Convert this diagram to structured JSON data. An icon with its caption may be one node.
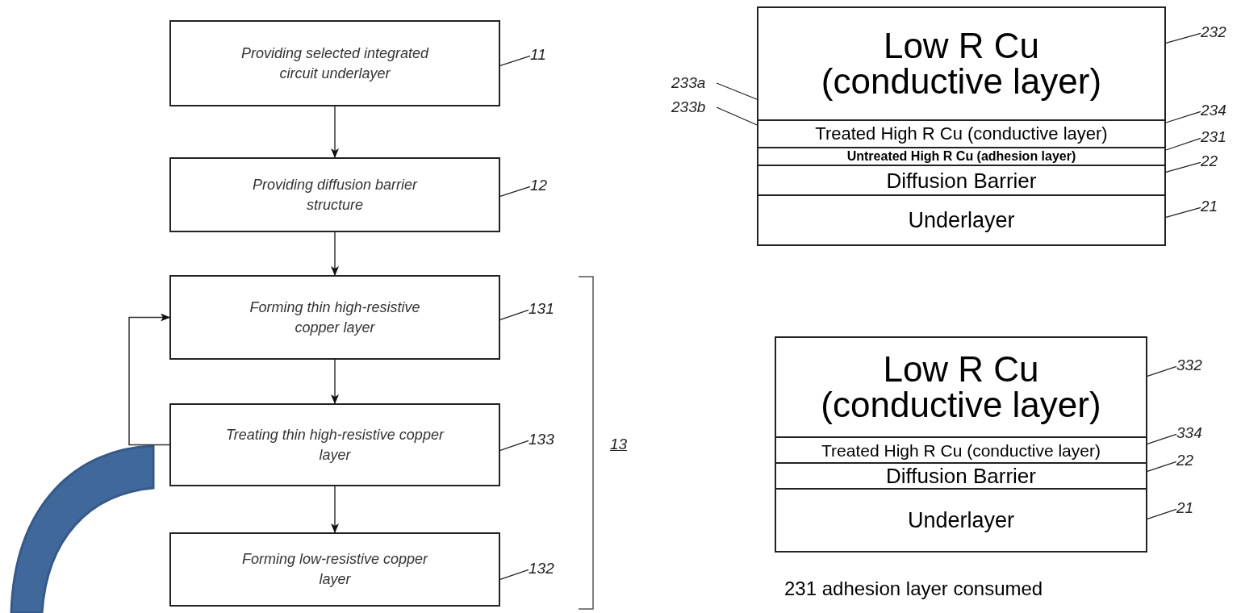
{
  "diagram": {
    "nodes": [
      {
        "text": [
          "Providing selected integrated circuit underlayer"
        ]
      },
      {
        "text": [
          "Providing diffusion barrier structure"
        ]
      },
      {
        "text": [
          "Forming thin high-resistive copper layer"
        ]
      },
      {
        "text": [
          "Treating thin high-resistive copper layer"
        ]
      },
      {
        "text": [
          "Forming low-resistive copper layer"
        ]
      },
      {
        "text": [
          "11"
        ]
      },
      {
        "text": [
          "12"
        ]
      },
      {
        "text": [
          "131"
        ]
      },
      {
        "text": [
          "133"
        ]
      },
      {
        "text": [
          "132"
        ]
      },
      {
        "text": [
          "Low R Cu (conductive layer)"
        ]
      },
      {
        "text": [
          "Treated High R Cu (conductive layer)"
        ]
      },
      {
        "text": [
          "Untreated High R Cu (adhesion layer)"
        ]
      },
      {
        "text": [
          "Diffusion Barrier"
        ]
      },
      {
        "text": [
          "Underlayer"
        ]
      },
      {
        "text": [
          "232"
        ]
      },
      {
        "text": [
          "233a"
        ]
      },
      {
        "text": [
          "233b"
        ]
      },
      {
        "text": [
          "234"
        ]
      },
      {
        "text": [
          "231"
        ]
      },
      {
        "text": [
          "22"
        ]
      },
      {
        "text": [
          "21"
        ]
      },
      {
        "text": [
          "Low R Cu (conductive layer)"
        ]
      },
      {
        "text": [
          "Treated High R Cu (conductive layer)"
        ]
      },
      {
        "text": [
          "Diffusion Barrier"
        ]
      },
      {
        "text": [
          "Underlayer"
        ]
      },
      {
        "text": [
          "332"
        ]
      },
      {
        "text": [
          "334"
        ]
      },
      {
        "text": [
          "22"
        ]
      },
      {
        "text": [
          "21"
        ]
      }
    ],
    "edges": [
      {
        "from": 0,
        "to": 1,
        "arrow": "to"
      },
      {
        "from": 1,
        "to": 2,
        "arrow": "to"
      },
      {
        "from": 2,
        "to": 3,
        "arrow": "to"
      },
      {
        "from": 3,
        "to": 4,
        "arrow": "to"
      },
      {
        "from": 3,
        "to": 2,
        "arrow": "to"
      },
      {
        "from": 5,
        "to": 0,
        "arrow": "none"
      },
      {
        "from": 6,
        "to": 1,
        "arrow": "none"
      },
      {
        "from": 7,
        "to": 2,
        "arrow": "none"
      },
      {
        "from": 8,
        "to": 3,
        "arrow": "none"
      },
      {
        "from": 9,
        "to": 4,
        "arrow": "none"
      },
      {
        "from": 15,
        "to": 10,
        "arrow": "none"
      },
      {
        "from": 16,
        "to": 11,
        "arrow": "none"
      },
      {
        "from": 17,
        "to": 12,
        "arrow": "none"
      },
      {
        "from": 18,
        "to": 11,
        "arrow": "none"
      },
      {
        "from": 19,
        "to": 12,
        "arrow": "none"
      },
      {
        "from": 20,
        "to": 13,
        "arrow": "none"
      },
      {
        "from": 21,
        "to": 14,
        "arrow": "none"
      },
      {
        "from": 26,
        "to": 22,
        "arrow": "none"
      },
      {
        "from": 27,
        "to": 23,
        "arrow": "none"
      },
      {
        "from": 28,
        "to": 24,
        "arrow": "none"
      },
      {
        "from": 29,
        "to": 25,
        "arrow": "none"
      }
    ],
    "labels": [
      "13",
      "231 adhesion layer consumed"
    ]
  }
}
